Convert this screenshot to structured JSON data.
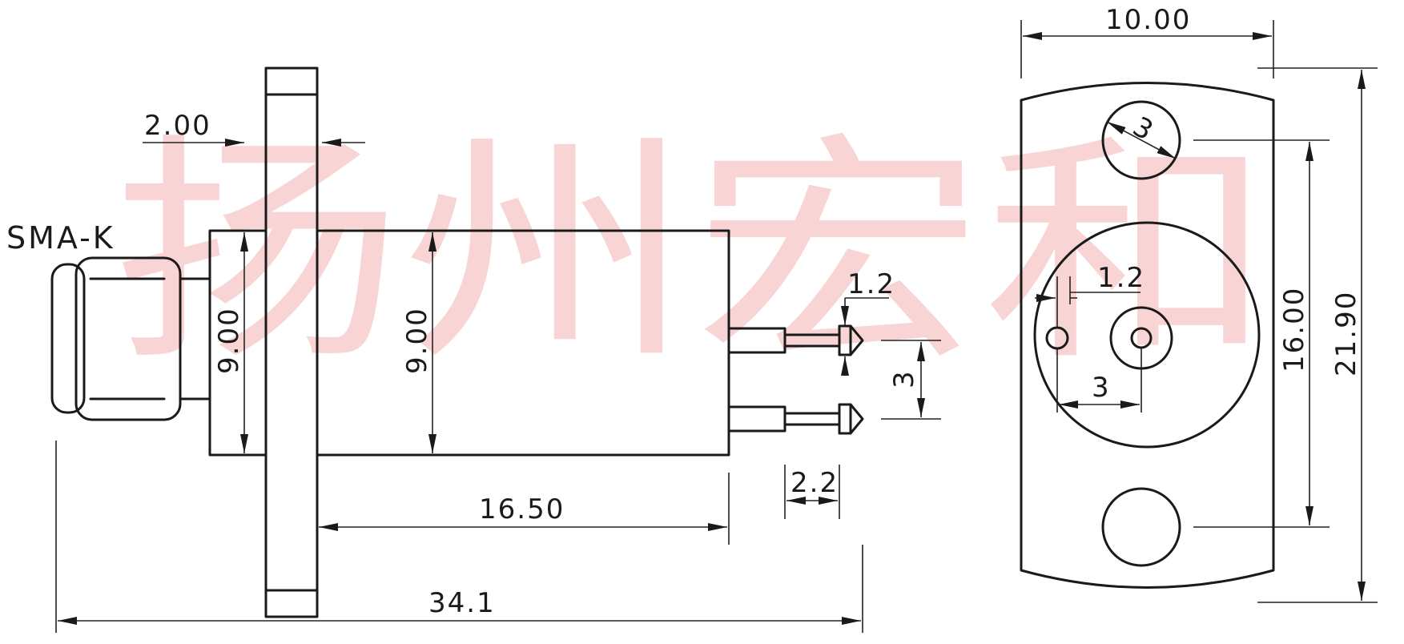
{
  "watermark": "扬州宏和",
  "connector_label": "SMA-K",
  "side_view": {
    "flange_thickness": "2.00",
    "body_diameter_left": "9.00",
    "body_diameter_right": "9.00",
    "body_length": "16.50",
    "overall_length": "34.1",
    "pin_diameter": "1.2",
    "pin_spacing": "3",
    "pin_length": "2.2"
  },
  "front_view": {
    "width": "10.00",
    "height": "21.90",
    "hole_spacing": "16.00",
    "mount_hole_diameter": "3",
    "pin_diameter": "1.2",
    "pin_spacing": "3"
  }
}
